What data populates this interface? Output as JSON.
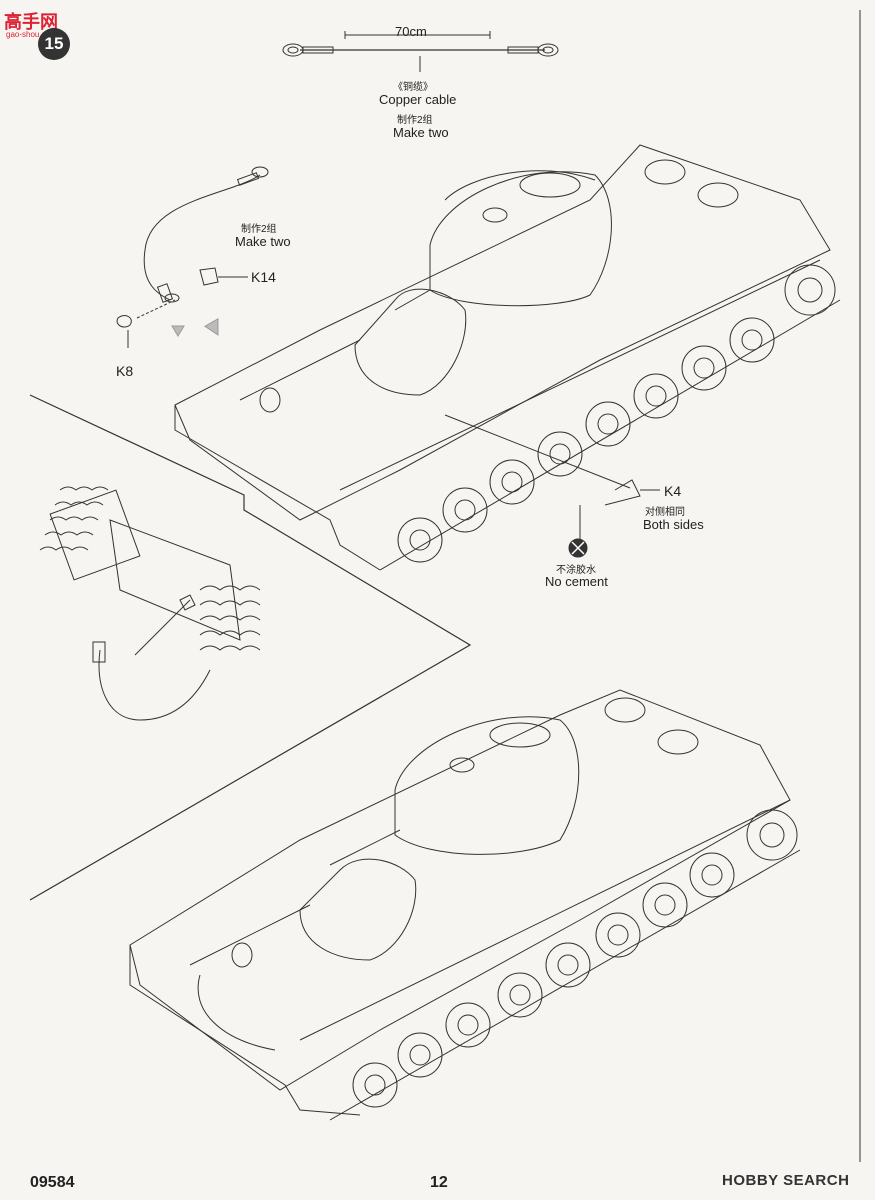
{
  "watermark": {
    "text": "高手网",
    "sub": "gao-shou.com"
  },
  "step_number": "15",
  "cable": {
    "length": "70cm",
    "name_cn": "《铜缆》",
    "name_en": "Copper cable",
    "qty_cn": "制作2组",
    "qty_en": "Make two"
  },
  "cable_left": {
    "qty_cn": "制作2组",
    "qty_en": "Make two"
  },
  "parts": {
    "k14": "K14",
    "k8": "K8",
    "k4": "K4"
  },
  "both_sides": {
    "cn": "对侧相同",
    "en": "Both sides"
  },
  "no_cement": {
    "cn": "不涂胶水",
    "en": "No cement"
  },
  "footer": {
    "code": "09584",
    "page": "12",
    "brand": "HOBBY SEARCH"
  }
}
